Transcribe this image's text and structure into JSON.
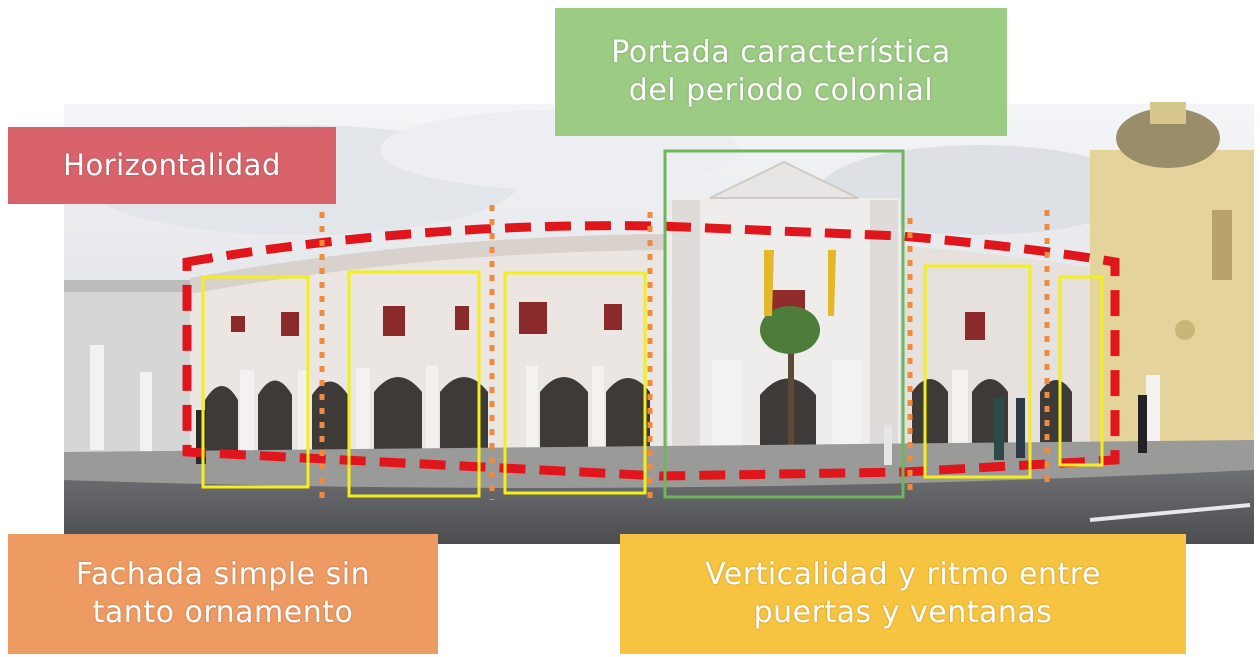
{
  "labels": {
    "portada": {
      "line1": "Portada característica",
      "line2": "del periodo colonial",
      "color": "#9ccb84"
    },
    "horizontalidad": {
      "text": "Horizontalidad",
      "color": "#d9636b"
    },
    "fachada": {
      "line1": "Fachada simple sin",
      "line2": "tanto ornamento",
      "color": "#ee9b63"
    },
    "verticalidad": {
      "line1": "Verticalidad y ritmo entre",
      "line2": "puertas y ventanas",
      "color": "#f7c441"
    }
  },
  "annotation_colors": {
    "horizontal_outline": "#e0161c",
    "vertical_axes": "#f08a3c",
    "rhythm_boxes": "#f2ef1c",
    "portal_box": "#6fb55c"
  }
}
